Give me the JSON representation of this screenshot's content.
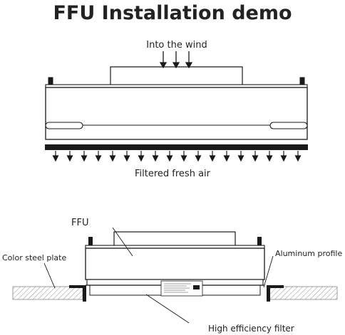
{
  "title": "FFU Installation demo",
  "top_diagram": {
    "inflow_label": "Into the wind",
    "outflow_label": "Filtered fresh air"
  },
  "bottom_diagram": {
    "unit_label": "FFU",
    "left_label": "Color steel plate",
    "right_label": "Aluminum profile",
    "bottom_label": "High efficiency filter"
  },
  "colors": {
    "stroke": "#1a1a1a",
    "text": "#222222",
    "hatch": "#777777"
  }
}
